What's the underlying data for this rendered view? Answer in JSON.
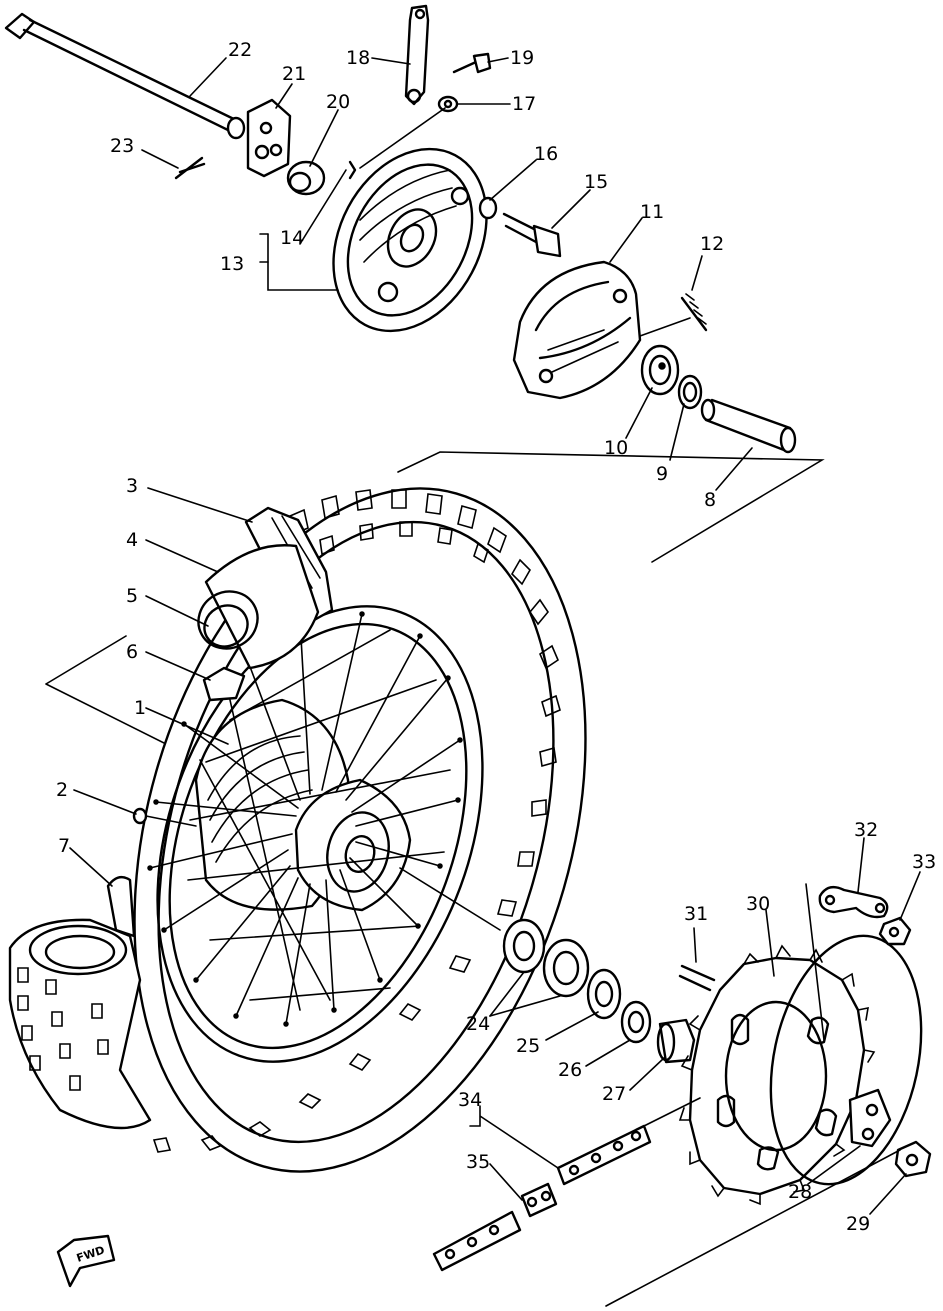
{
  "diagram": {
    "callouts": [
      {
        "id": "c1",
        "label": "1"
      },
      {
        "id": "c2",
        "label": "2"
      },
      {
        "id": "c3",
        "label": "3"
      },
      {
        "id": "c4",
        "label": "4"
      },
      {
        "id": "c5",
        "label": "5"
      },
      {
        "id": "c6",
        "label": "6"
      },
      {
        "id": "c7",
        "label": "7"
      },
      {
        "id": "c8",
        "label": "8"
      },
      {
        "id": "c9",
        "label": "9"
      },
      {
        "id": "c10",
        "label": "10"
      },
      {
        "id": "c11",
        "label": "11"
      },
      {
        "id": "c12",
        "label": "12"
      },
      {
        "id": "c13",
        "label": "13"
      },
      {
        "id": "c14",
        "label": "14"
      },
      {
        "id": "c15",
        "label": "15"
      },
      {
        "id": "c16",
        "label": "16"
      },
      {
        "id": "c17",
        "label": "17"
      },
      {
        "id": "c18",
        "label": "18"
      },
      {
        "id": "c19",
        "label": "19"
      },
      {
        "id": "c20",
        "label": "20"
      },
      {
        "id": "c21",
        "label": "21"
      },
      {
        "id": "c22",
        "label": "22"
      },
      {
        "id": "c23",
        "label": "23"
      },
      {
        "id": "c24",
        "label": "24"
      },
      {
        "id": "c25",
        "label": "25"
      },
      {
        "id": "c26",
        "label": "26"
      },
      {
        "id": "c27",
        "label": "27"
      },
      {
        "id": "c28",
        "label": "28"
      },
      {
        "id": "c29",
        "label": "29"
      },
      {
        "id": "c30",
        "label": "30"
      },
      {
        "id": "c31",
        "label": "31"
      },
      {
        "id": "c32",
        "label": "32"
      },
      {
        "id": "c33",
        "label": "33"
      },
      {
        "id": "c34",
        "label": "34"
      },
      {
        "id": "c35",
        "label": "35"
      }
    ],
    "fwd_label": "FWD"
  }
}
